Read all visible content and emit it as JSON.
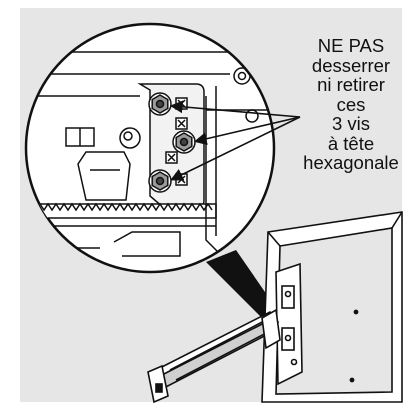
{
  "callout": {
    "lines": [
      "NE PAS",
      "desserrer",
      "ni retirer",
      "ces",
      "3 vis",
      "à tête",
      "hexagonale"
    ]
  },
  "colors": {
    "background": "#e6e6e6",
    "line": "#111111",
    "magnifier_fill": "#ffffff",
    "funnel": "#111111"
  },
  "icons": [
    "hex-bolt-icon",
    "arrow-icon"
  ]
}
